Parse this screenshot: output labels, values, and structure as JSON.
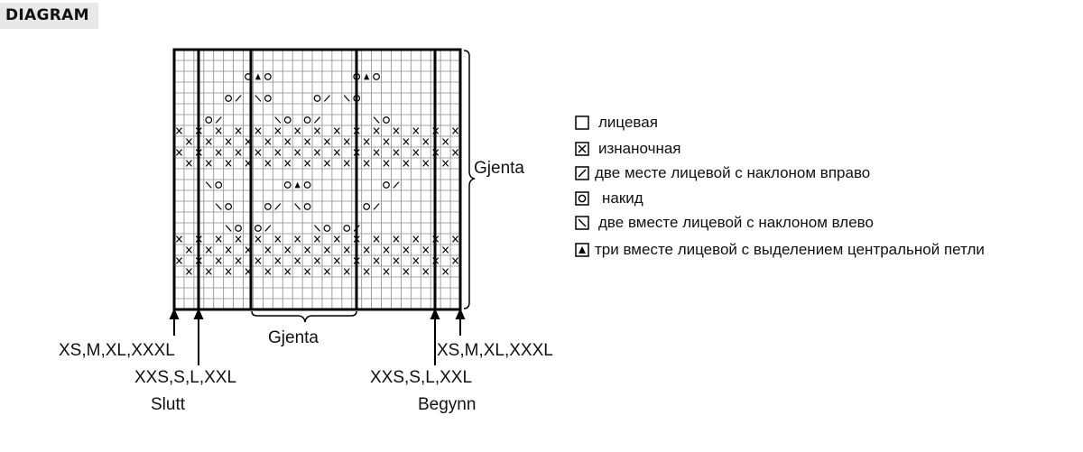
{
  "heading": "DIAGRAM",
  "chart": {
    "cols": 29,
    "rows": 24,
    "cells": [
      [],
      [],
      [
        [
          7,
          "o"
        ],
        [
          8,
          "tri"
        ],
        [
          9,
          "o"
        ],
        [
          18,
          "o"
        ],
        [
          19,
          "tri"
        ],
        [
          20,
          "o"
        ]
      ],
      [],
      [
        [
          5,
          "o"
        ],
        [
          6,
          "r"
        ],
        [
          8,
          "l"
        ],
        [
          9,
          "o"
        ],
        [
          14,
          "o"
        ],
        [
          15,
          "r"
        ],
        [
          17,
          "l"
        ],
        [
          18,
          "o"
        ]
      ],
      [],
      [
        [
          3,
          "o"
        ],
        [
          4,
          "r"
        ],
        [
          10,
          "l"
        ],
        [
          11,
          "o"
        ],
        [
          13,
          "o"
        ],
        [
          14,
          "r"
        ],
        [
          20,
          "l"
        ],
        [
          21,
          "o"
        ]
      ],
      "p-odd",
      "p-even",
      "p-odd",
      "p-even",
      [],
      [
        [
          3,
          "l"
        ],
        [
          4,
          "o"
        ],
        [
          11,
          "o"
        ],
        [
          12,
          "tri"
        ],
        [
          13,
          "o"
        ],
        [
          21,
          "o"
        ],
        [
          22,
          "r"
        ]
      ],
      [],
      [
        [
          4,
          "l"
        ],
        [
          5,
          "o"
        ],
        [
          9,
          "o"
        ],
        [
          10,
          "r"
        ],
        [
          12,
          "l"
        ],
        [
          13,
          "o"
        ],
        [
          19,
          "o"
        ],
        [
          20,
          "r"
        ]
      ],
      [],
      [
        [
          5,
          "l"
        ],
        [
          6,
          "o"
        ],
        [
          8,
          "o"
        ],
        [
          9,
          "r"
        ],
        [
          14,
          "l"
        ],
        [
          15,
          "o"
        ],
        [
          17,
          "o"
        ],
        [
          18,
          "r"
        ]
      ],
      "p-odd",
      "p-even",
      "p-odd",
      "p-even",
      [],
      [],
      []
    ]
  },
  "labels": {
    "gjenta_right": "Gjenta",
    "gjenta_bottom": "Gjenta",
    "sizes_left_top": "XS,M,XL,XXXL",
    "sizes_left_bottom": "XXS,S,L,XXL",
    "slutt": "Slutt",
    "sizes_right_top": "XS,M,XL,XXXL",
    "sizes_right_bottom": "XXS,S,L,XXL",
    "begynn": "Begynn"
  },
  "legend": [
    {
      "icon": "empty-square-icon",
      "text": "лицевая"
    },
    {
      "icon": "cross-square-icon",
      "text": "изнаночная"
    },
    {
      "icon": "slash-right-square-icon",
      "text": "две месте лицевой с наклоном вправо"
    },
    {
      "icon": "circle-square-icon",
      "text": "накид"
    },
    {
      "icon": "slash-left-square-icon",
      "text": "две вместе лицевой с наклоном влево"
    },
    {
      "icon": "triangle-square-icon",
      "text": "три вместе лицевой с выделением центральной петли"
    }
  ]
}
